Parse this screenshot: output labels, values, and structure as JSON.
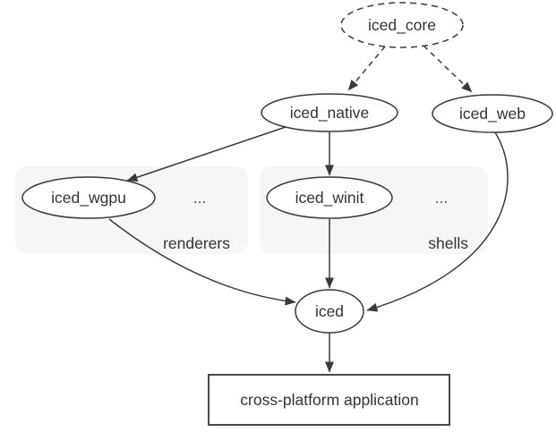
{
  "nodes": {
    "iced_core": {
      "label": "iced_core",
      "shape": "dashed-ellipse"
    },
    "iced_native": {
      "label": "iced_native",
      "shape": "ellipse"
    },
    "iced_web": {
      "label": "iced_web",
      "shape": "ellipse"
    },
    "iced_wgpu": {
      "label": "iced_wgpu",
      "shape": "ellipse"
    },
    "iced_winit": {
      "label": "iced_winit",
      "shape": "ellipse"
    },
    "iced": {
      "label": "iced",
      "shape": "ellipse"
    },
    "app": {
      "label": "cross-platform application",
      "shape": "rectangle"
    }
  },
  "groups": {
    "renderers": {
      "label": "renderers",
      "ellipsis": "..."
    },
    "shells": {
      "label": "shells",
      "ellipsis": "..."
    }
  },
  "edges": [
    {
      "from": "iced_core",
      "to": "iced_native",
      "style": "dashed"
    },
    {
      "from": "iced_core",
      "to": "iced_web",
      "style": "dashed"
    },
    {
      "from": "iced_native",
      "to": "iced_wgpu",
      "style": "solid"
    },
    {
      "from": "iced_native",
      "to": "iced_winit",
      "style": "solid"
    },
    {
      "from": "iced_wgpu",
      "to": "iced",
      "style": "solid"
    },
    {
      "from": "iced_winit",
      "to": "iced",
      "style": "solid"
    },
    {
      "from": "iced_web",
      "to": "iced",
      "style": "solid"
    },
    {
      "from": "iced",
      "to": "app",
      "style": "solid"
    }
  ],
  "colors": {
    "background": "#ffffff",
    "node_fill": "#ffffff",
    "node_stroke": "#3a3a3a",
    "node_text": "#333333",
    "edge": "#3a3a3a",
    "group_fill": "#f5f6f8",
    "group_label_blue": "#1a73e8",
    "app_border": "#4a4a4a"
  }
}
